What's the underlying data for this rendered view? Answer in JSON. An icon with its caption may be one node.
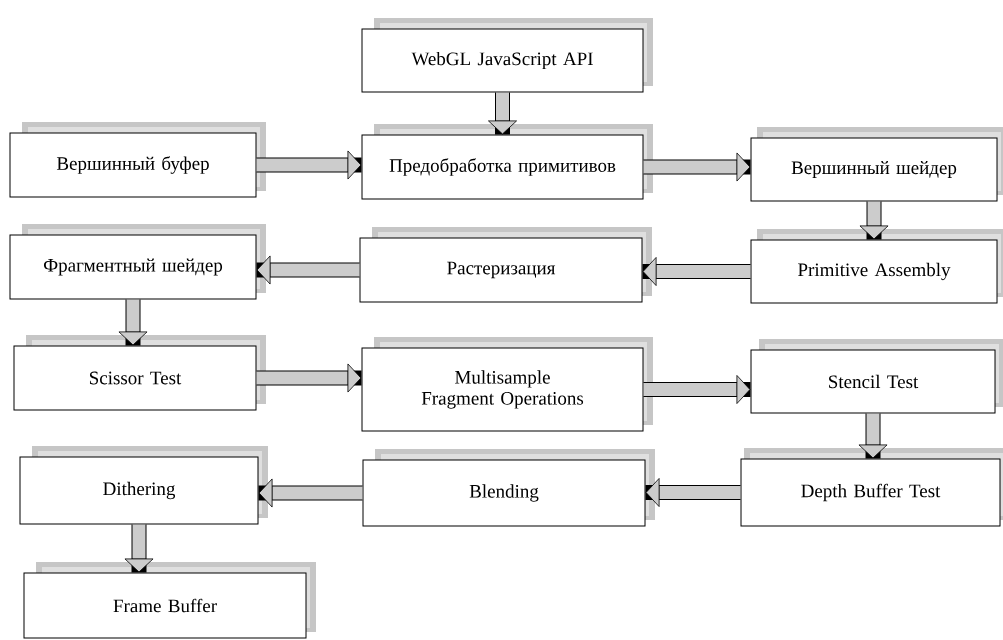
{
  "diagram": {
    "nodes": [
      {
        "text": [
          "WebGL JavaScript API"
        ]
      },
      {
        "text": [
          "Вершинный буфер"
        ]
      },
      {
        "text": [
          "Предобработка примитивов"
        ]
      },
      {
        "text": [
          "Вершинный шейдер"
        ]
      },
      {
        "text": [
          "Primitive Assembly"
        ]
      },
      {
        "text": [
          "Растеризация"
        ]
      },
      {
        "text": [
          "Фрагментный шейдер"
        ]
      },
      {
        "text": [
          "Scissor Test"
        ]
      },
      {
        "text": [
          "Multisample Fragment Operations"
        ]
      },
      {
        "text": [
          "Stencil Test"
        ]
      },
      {
        "text": [
          "Depth Buffer Test"
        ]
      },
      {
        "text": [
          "Blending"
        ]
      },
      {
        "text": [
          "Dithering"
        ]
      },
      {
        "text": [
          "Frame Buffer"
        ]
      }
    ],
    "edges": [
      {
        "from": 0,
        "to": 2,
        "arrow": "to"
      },
      {
        "from": 1,
        "to": 2,
        "arrow": "to"
      },
      {
        "from": 2,
        "to": 3,
        "arrow": "to"
      },
      {
        "from": 3,
        "to": 4,
        "arrow": "to"
      },
      {
        "from": 4,
        "to": 5,
        "arrow": "to"
      },
      {
        "from": 5,
        "to": 6,
        "arrow": "to"
      },
      {
        "from": 6,
        "to": 7,
        "arrow": "to"
      },
      {
        "from": 7,
        "to": 8,
        "arrow": "to"
      },
      {
        "from": 8,
        "to": 9,
        "arrow": "to"
      },
      {
        "from": 9,
        "to": 10,
        "arrow": "to"
      },
      {
        "from": 10,
        "to": 11,
        "arrow": "to"
      },
      {
        "from": 11,
        "to": 12,
        "arrow": "to"
      },
      {
        "from": 12,
        "to": 13,
        "arrow": "to"
      }
    ]
  }
}
